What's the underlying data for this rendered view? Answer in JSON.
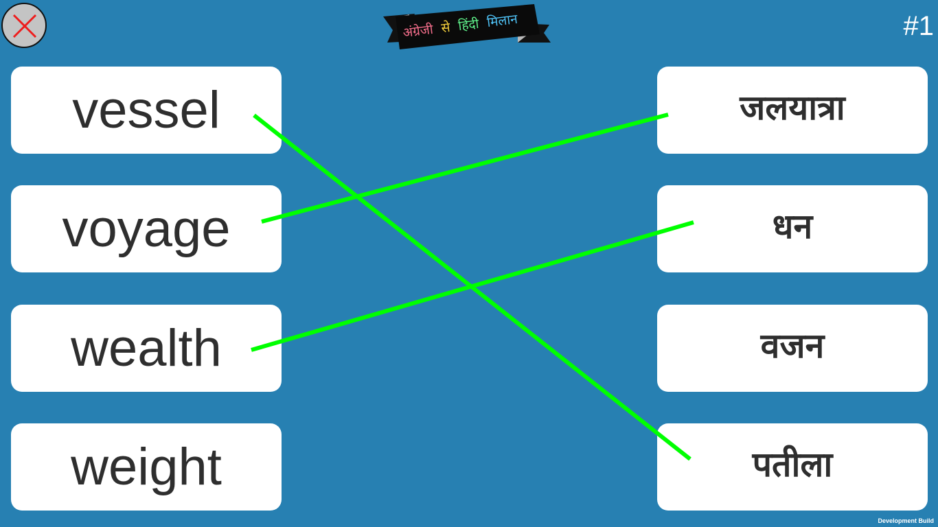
{
  "title": {
    "words": [
      "अंग्रेजी",
      "से",
      "हिंदी",
      "मिलान"
    ],
    "colors": [
      "#f26d8a",
      "#f5d13c",
      "#5ef08a",
      "#4fc3f7"
    ]
  },
  "level": "#1",
  "close_icon": "close-icon",
  "english_words": [
    "vessel",
    "voyage",
    "wealth",
    "weight"
  ],
  "hindi_words": [
    "जलयात्रा",
    "धन",
    "वजन",
    "पतीला"
  ],
  "connections": [
    [
      0,
      3
    ],
    [
      1,
      0
    ],
    [
      2,
      1
    ]
  ],
  "line_color": "#00ff00",
  "footer": "Development Build"
}
